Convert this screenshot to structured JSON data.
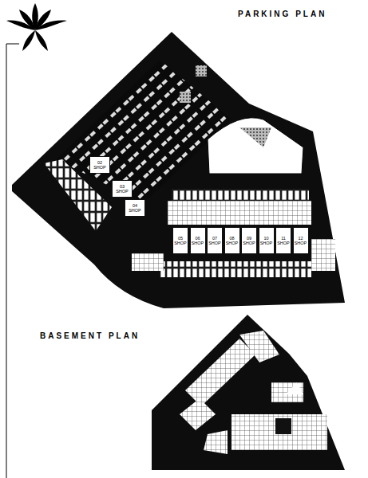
{
  "diagram": {
    "title": "PARKING PLAN",
    "nodes": [
      {
        "text": [
          "02",
          "SHOP"
        ]
      },
      {
        "text": [
          "03",
          "SHOP"
        ]
      },
      {
        "text": [
          "04",
          "SHOP"
        ]
      },
      {
        "text": [
          "05",
          "SHOP"
        ]
      },
      {
        "text": [
          "06",
          "SHOP"
        ]
      },
      {
        "text": [
          "07",
          "SHOP"
        ]
      },
      {
        "text": [
          "08",
          "SHOP"
        ]
      },
      {
        "text": [
          "09",
          "SHOP"
        ]
      },
      {
        "text": [
          "10",
          "SHOP"
        ]
      },
      {
        "text": [
          "11",
          "SHOP"
        ]
      },
      {
        "text": [
          "12",
          "SHOP"
        ]
      }
    ],
    "labels": [
      "BASEMENT PLAN"
    ]
  }
}
